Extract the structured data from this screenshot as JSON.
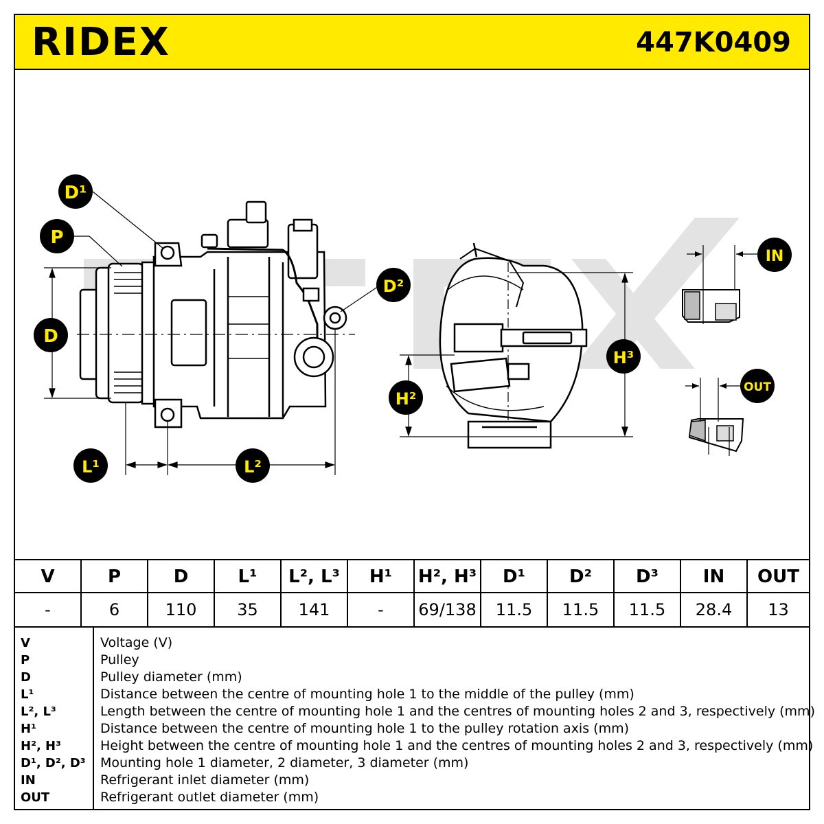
{
  "header": {
    "brand": "RIDEX",
    "part_number": "447K0409"
  },
  "callouts": {
    "d1": "D¹",
    "p": "P",
    "d": "D",
    "d2": "D²",
    "l1": "L¹",
    "l2": "L²",
    "h2": "H²",
    "h3": "H³",
    "in": "IN",
    "out": "OUT"
  },
  "colors": {
    "accent": "#ffea00",
    "callout": "#000000",
    "watermark": "#d9d9d9"
  },
  "spec_table": {
    "columns": [
      {
        "header": "V",
        "value": "-"
      },
      {
        "header": "P",
        "value": "6"
      },
      {
        "header": "D",
        "value": "110"
      },
      {
        "header": "L¹",
        "value": "35"
      },
      {
        "header": "L², L³",
        "value": "141"
      },
      {
        "header": "H¹",
        "value": "-"
      },
      {
        "header": "H², H³",
        "value": "69/138"
      },
      {
        "header": "D¹",
        "value": "11.5"
      },
      {
        "header": "D²",
        "value": "11.5"
      },
      {
        "header": "D³",
        "value": "11.5"
      },
      {
        "header": "IN",
        "value": "28.4"
      },
      {
        "header": "OUT",
        "value": "13"
      }
    ]
  },
  "legend": [
    {
      "symbol": "V",
      "description": "Voltage (V)"
    },
    {
      "symbol": "P",
      "description": "Pulley"
    },
    {
      "symbol": "D",
      "description": "Pulley diameter (mm)"
    },
    {
      "symbol": "L¹",
      "description": "Distance between the centre of mounting hole 1 to the middle of the pulley (mm)"
    },
    {
      "symbol": "L², L³",
      "description": "Length between the centre of mounting hole 1 and the centres of mounting holes 2 and 3, respectively (mm)"
    },
    {
      "symbol": "H¹",
      "description": "Distance between the centre of mounting hole 1 to the pulley rotation axis (mm)"
    },
    {
      "symbol": "H², H³",
      "description": "Height between the centre of mounting hole 1 and the centres of mounting holes 2 and 3, respectively (mm)"
    },
    {
      "symbol": "D¹, D², D³",
      "description": "Mounting hole 1 diameter, 2 diameter, 3 diameter (mm)"
    },
    {
      "symbol": "IN",
      "description": "Refrigerant inlet diameter (mm)"
    },
    {
      "symbol": "OUT",
      "description": "Refrigerant outlet diameter (mm)"
    }
  ]
}
